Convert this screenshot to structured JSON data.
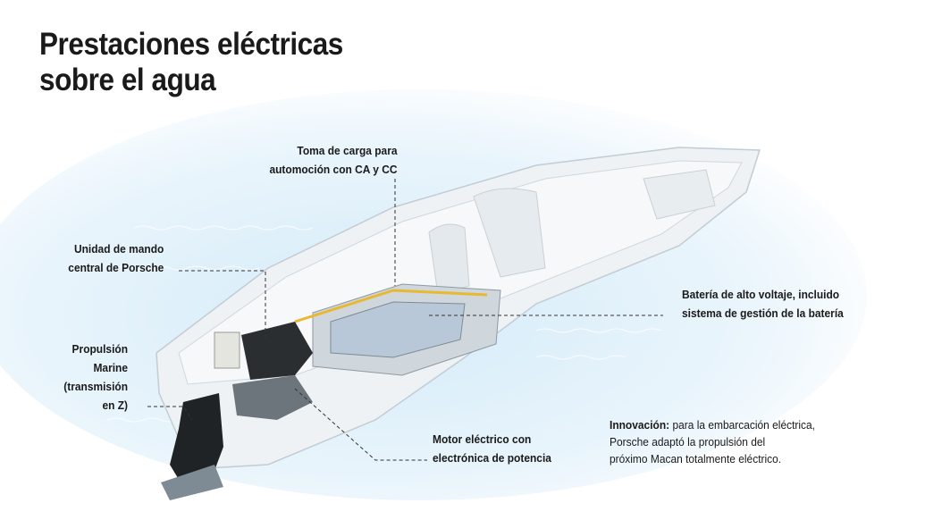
{
  "title": {
    "line1": "Prestaciones eléctricas",
    "line2": "sobre el agua"
  },
  "labels": {
    "charging": {
      "line1": "Toma de carga para",
      "line2": "automoción con CA y CC"
    },
    "control_unit": {
      "line1": "Unidad de mando",
      "line2": "central de Porsche"
    },
    "propulsion": {
      "line1": "Propulsión",
      "line2": "Marine",
      "line3": "(transmisión",
      "line4": "en Z)"
    },
    "battery": {
      "line1": "Batería de alto voltaje, incluido",
      "line2": "sistema de gestión de la batería"
    },
    "motor": {
      "line1": "Motor eléctrico con",
      "line2": "electrónica de potencia"
    }
  },
  "note": {
    "bold": "Innovación:",
    "line1": "para la embarcación eléctrica,",
    "line2": "Porsche adaptó la propulsión del",
    "line3": "próximo Macan totalmente eléctrico."
  },
  "colors": {
    "water": "#dcefFa",
    "hull": "#eef2f5",
    "hull_line": "#c2ccd4",
    "machinery": "#2b2e31",
    "accent_yellow": "#e8b830"
  }
}
